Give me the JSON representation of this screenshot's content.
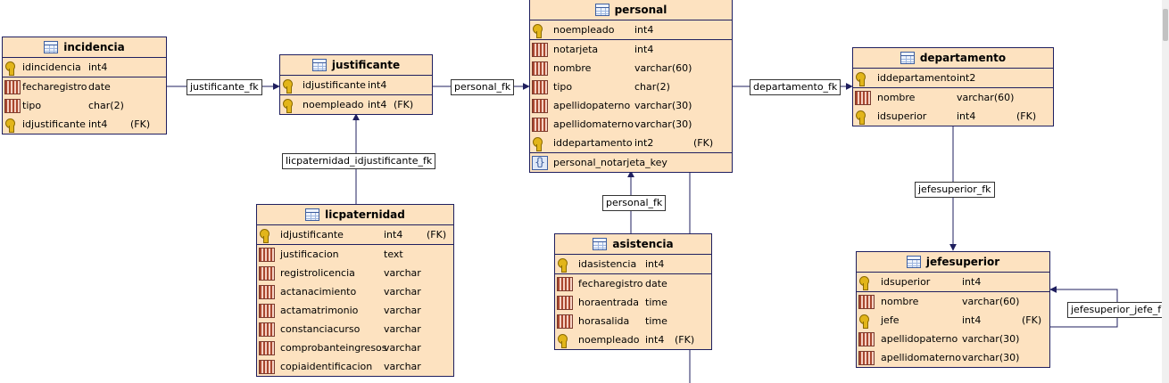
{
  "diagram": {
    "tables": {
      "incidencia": {
        "title": "incidencia",
        "groups": [
          [
            {
              "icon": "key-icon",
              "name": "idincidencia",
              "type": "int4",
              "fk": ""
            }
          ],
          [
            {
              "icon": "column-icon",
              "name": "fecharegistro",
              "type": "date",
              "fk": ""
            },
            {
              "icon": "column-icon",
              "name": "tipo",
              "type": "char(2)",
              "fk": ""
            },
            {
              "icon": "key-icon",
              "name": "idjustificante",
              "type": "int4",
              "fk": "(FK)"
            }
          ]
        ]
      },
      "justificante": {
        "title": "justificante",
        "groups": [
          [
            {
              "icon": "key-icon",
              "name": "idjustificante",
              "type": "int4",
              "fk": ""
            }
          ],
          [
            {
              "icon": "key-icon",
              "name": "noempleado",
              "type": "int4",
              "fk": "(FK)"
            }
          ]
        ]
      },
      "personal": {
        "title": "personal",
        "groups": [
          [
            {
              "icon": "key-icon",
              "name": "noempleado",
              "type": "int4",
              "fk": ""
            }
          ],
          [
            {
              "icon": "column-icon",
              "name": "notarjeta",
              "type": "int4",
              "fk": ""
            },
            {
              "icon": "column-icon",
              "name": "nombre",
              "type": "varchar(60)",
              "fk": ""
            },
            {
              "icon": "column-icon",
              "name": "tipo",
              "type": "char(2)",
              "fk": ""
            },
            {
              "icon": "column-icon",
              "name": "apellidopaterno",
              "type": "varchar(30)",
              "fk": ""
            },
            {
              "icon": "column-icon",
              "name": "apellidomaterno",
              "type": "varchar(30)",
              "fk": ""
            },
            {
              "icon": "key-icon",
              "name": "iddepartamento",
              "type": "int2",
              "fk": "(FK)"
            }
          ],
          [
            {
              "icon": "index-icon",
              "name": "personal_notarjeta_key",
              "type": "",
              "fk": ""
            }
          ]
        ]
      },
      "departamento": {
        "title": "departamento",
        "groups": [
          [
            {
              "icon": "key-icon",
              "name": "iddepartamento",
              "type": "int2",
              "fk": ""
            }
          ],
          [
            {
              "icon": "column-icon",
              "name": "nombre",
              "type": "varchar(60)",
              "fk": ""
            },
            {
              "icon": "key-icon",
              "name": "idsuperior",
              "type": "int4",
              "fk": "(FK)"
            }
          ]
        ]
      },
      "licpaternidad": {
        "title": "licpaternidad",
        "groups": [
          [
            {
              "icon": "key-icon",
              "name": "idjustificante",
              "type": "int4",
              "fk": "(FK)"
            }
          ],
          [
            {
              "icon": "column-icon",
              "name": "justificacion",
              "type": "text",
              "fk": ""
            },
            {
              "icon": "column-icon",
              "name": "registrolicencia",
              "type": "varchar",
              "fk": ""
            },
            {
              "icon": "column-icon",
              "name": "actanacimiento",
              "type": "varchar",
              "fk": ""
            },
            {
              "icon": "column-icon",
              "name": "actamatrimonio",
              "type": "varchar",
              "fk": ""
            },
            {
              "icon": "column-icon",
              "name": "constanciacurso",
              "type": "varchar",
              "fk": ""
            },
            {
              "icon": "column-icon",
              "name": "comprobanteingresos",
              "type": "varchar",
              "fk": ""
            },
            {
              "icon": "column-icon",
              "name": "copiaidentificacion",
              "type": "varchar",
              "fk": ""
            }
          ]
        ]
      },
      "asistencia": {
        "title": "asistencia",
        "groups": [
          [
            {
              "icon": "key-icon",
              "name": "idasistencia",
              "type": "int4",
              "fk": ""
            }
          ],
          [
            {
              "icon": "column-icon",
              "name": "fecharegistro",
              "type": "date",
              "fk": ""
            },
            {
              "icon": "column-icon",
              "name": "horaentrada",
              "type": "time",
              "fk": ""
            },
            {
              "icon": "column-icon",
              "name": "horasalida",
              "type": "time",
              "fk": ""
            },
            {
              "icon": "key-icon",
              "name": "noempleado",
              "type": "int4",
              "fk": "(FK)"
            }
          ]
        ]
      },
      "jefesuperior": {
        "title": "jefesuperior",
        "groups": [
          [
            {
              "icon": "key-icon",
              "name": "idsuperior",
              "type": "int4",
              "fk": ""
            }
          ],
          [
            {
              "icon": "column-icon",
              "name": "nombre",
              "type": "varchar(60)",
              "fk": ""
            },
            {
              "icon": "key-icon",
              "name": "jefe",
              "type": "int4",
              "fk": "(FK)"
            },
            {
              "icon": "column-icon",
              "name": "apellidopaterno",
              "type": "varchar(30)",
              "fk": ""
            },
            {
              "icon": "column-icon",
              "name": "apellidomaterno",
              "type": "varchar(30)",
              "fk": ""
            }
          ]
        ]
      }
    },
    "relations": {
      "justificante_fk": "justificante_fk",
      "personal_fk_1": "personal_fk",
      "departamento_fk": "departamento_fk",
      "licpaternidad_fk": "licpaternidad_idjustificante_fk",
      "personal_fk_2": "personal_fk",
      "jefesuperior_fk": "jefesuperior_fk",
      "jefesuperior_jefe_fk": "jefesuperior_jefe_fk"
    },
    "colors": {
      "table_fill": "#fde2c0",
      "table_border": "#1f1f5f",
      "connector": "#1f1f5f"
    }
  }
}
